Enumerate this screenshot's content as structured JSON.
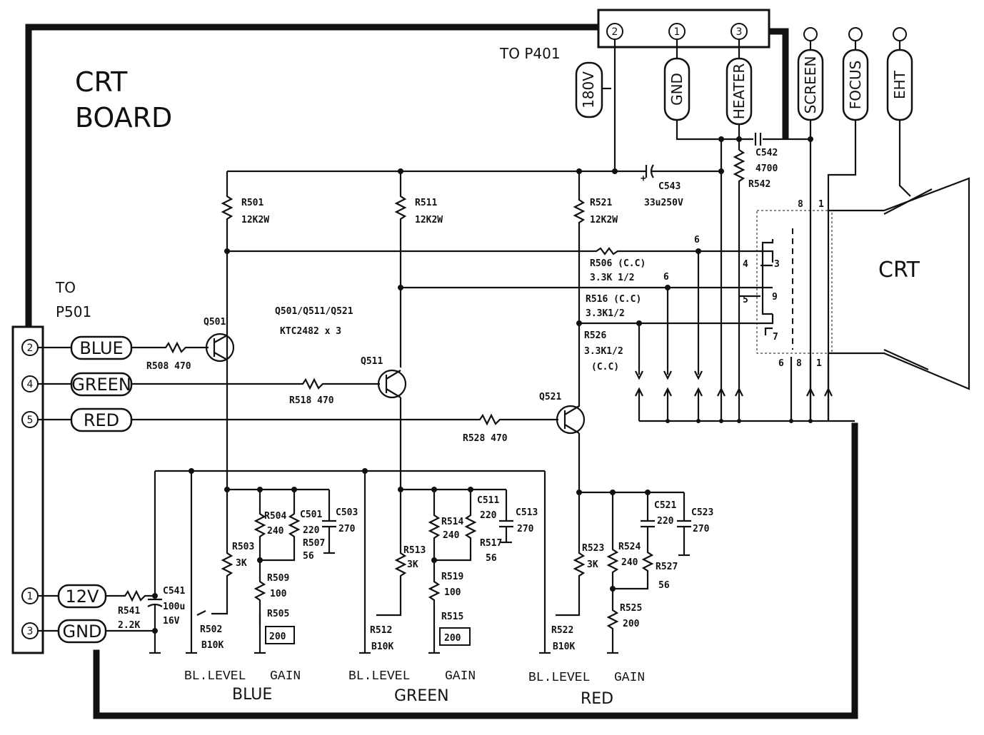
{
  "board": {
    "title_line1": "CRT",
    "title_line2": "BOARD"
  },
  "connectors": {
    "p401": {
      "label": "TO P401",
      "pins": [
        "2",
        "1",
        "3"
      ]
    },
    "p501": {
      "label_line1": "TO",
      "label_line2": "P501",
      "pins": [
        "2",
        "4",
        "5",
        "1",
        "3"
      ]
    }
  },
  "signals": {
    "blue": "BLUE",
    "green": "GREEN",
    "red": "RED",
    "v12": "12V",
    "gnd": "GND",
    "v180": "180V",
    "gnd_top": "GND",
    "heater": "HEATER",
    "screen": "SCREEN",
    "focus": "FOCUS",
    "eht": "EHT"
  },
  "crt": {
    "label": "CRT",
    "pins": [
      "8",
      "1",
      "4",
      "3",
      "5",
      "9",
      "7",
      "6",
      "8",
      "1"
    ]
  },
  "components": {
    "r501": [
      "R501",
      "12K2W"
    ],
    "r511": [
      "R511",
      "12K2W"
    ],
    "r521": [
      "R521",
      "12K2W"
    ],
    "c543": [
      "C543",
      "33u250V"
    ],
    "c542": [
      "C542",
      "4700"
    ],
    "r542": "R542",
    "r506": [
      "R506 (C.C)",
      "3.3K 1/2"
    ],
    "r516": [
      "R516 (C.C)",
      "3.3K1/2"
    ],
    "r526": [
      "R526",
      "3.3K1/2",
      "(C.C)"
    ],
    "transistors": [
      "Q501/Q511/Q521",
      "KTC2482 x 3"
    ],
    "q501": "Q501",
    "q511": "Q511",
    "q521": "Q521",
    "r508": "R508 470",
    "r518": "R518 470",
    "r528": "R528 470",
    "r504": [
      "R504",
      "240"
    ],
    "c501": [
      "C501",
      "220"
    ],
    "r507": [
      "R507",
      "56"
    ],
    "c503": [
      "C503",
      "270"
    ],
    "r503": [
      "R503",
      "3K"
    ],
    "r509": [
      "R509",
      "100"
    ],
    "r505": [
      "R505",
      "200"
    ],
    "c541": [
      "C541",
      "100u",
      "16V"
    ],
    "r541": [
      "R541",
      "2.2K"
    ],
    "r502": [
      "R502",
      "B10K"
    ],
    "r514": [
      "R514",
      "240"
    ],
    "c511": [
      "C511",
      "220"
    ],
    "r517": [
      "R517",
      "56"
    ],
    "c513": [
      "C513",
      "270"
    ],
    "r513": [
      "R513",
      "3K"
    ],
    "r519": [
      "R519",
      "100"
    ],
    "r515": [
      "R515",
      "200"
    ],
    "r512": [
      "R512",
      "B10K"
    ],
    "r524": [
      "R524",
      "240"
    ],
    "c521": [
      "C521",
      "220"
    ],
    "r527": [
      "R527",
      "56"
    ],
    "c523": [
      "C523",
      "270"
    ],
    "r523": [
      "R523",
      "3K"
    ],
    "r525": [
      "R525",
      "200"
    ],
    "r522": [
      "R522",
      "B10K"
    ]
  },
  "adjust": {
    "blue": {
      "bl": "BL.LEVEL",
      "gain": "GAIN",
      "name": "BLUE"
    },
    "green": {
      "bl": "BL.LEVEL",
      "gain": "GAIN",
      "name": "GREEN"
    },
    "red": {
      "bl": "BL.LEVEL",
      "gain": "GAIN",
      "name": "RED"
    }
  }
}
